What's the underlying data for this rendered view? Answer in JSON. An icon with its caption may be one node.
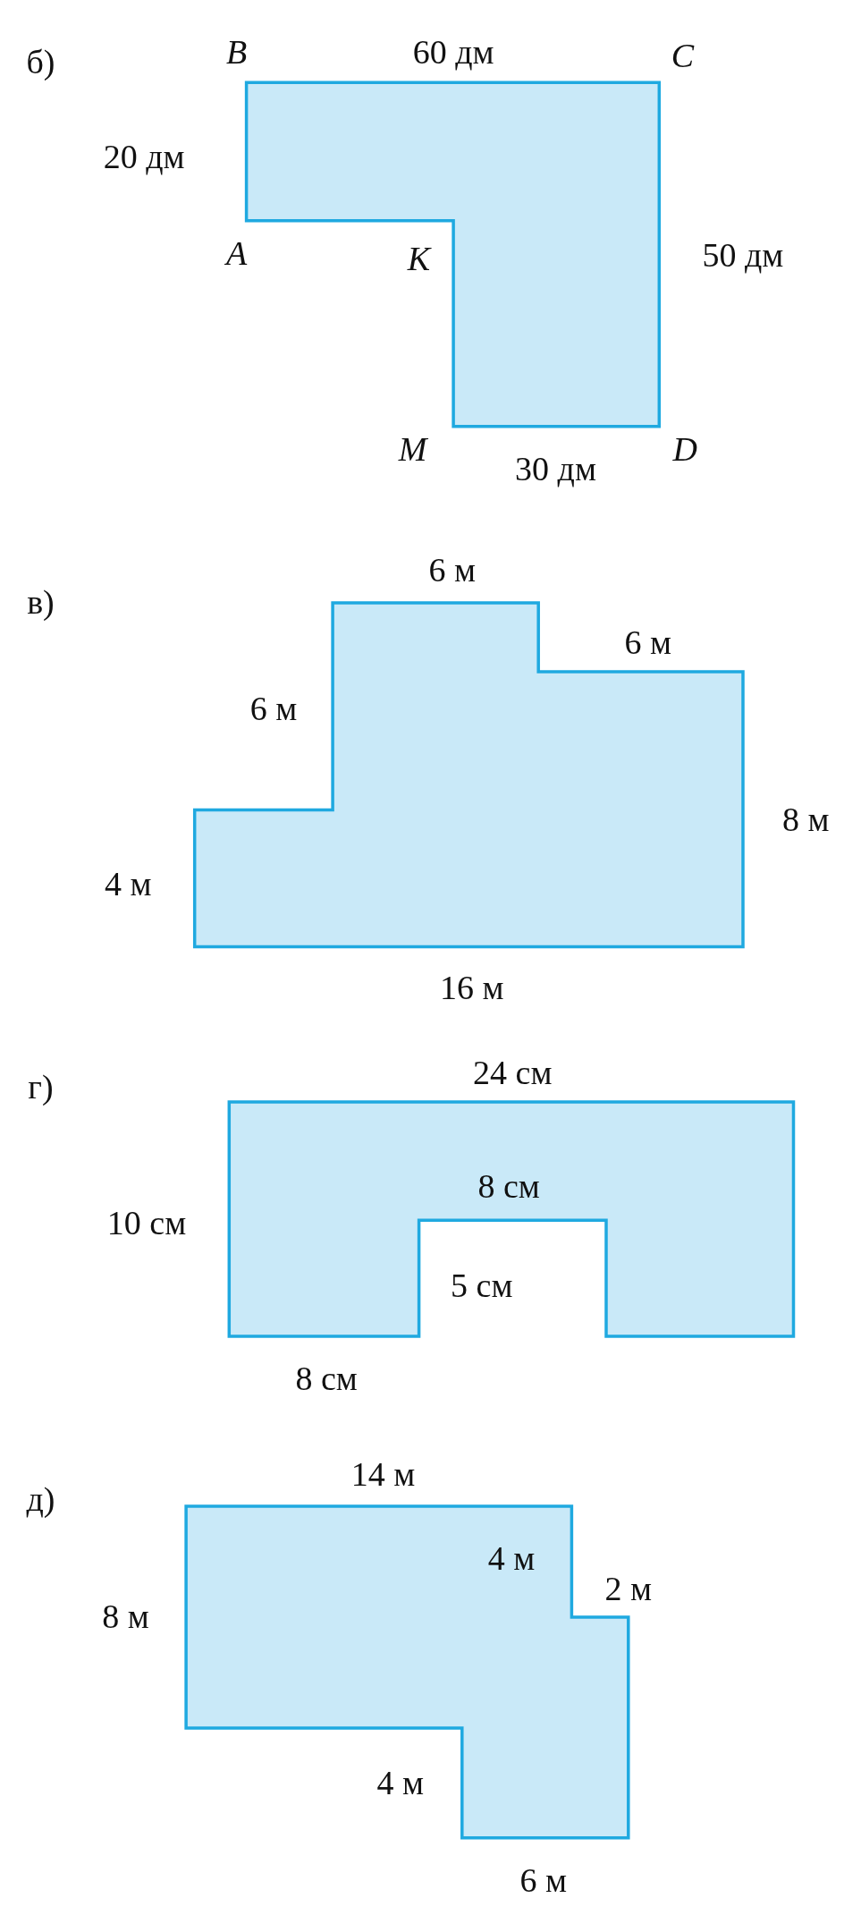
{
  "diagram": {
    "labels": [
      "б)",
      "B",
      "60 дм",
      "C",
      "20 дм",
      "A",
      "K",
      "50 дм",
      "M",
      "D",
      "30 дм",
      "в)",
      "6 м",
      "6 м",
      "6 м",
      "8 м",
      "4 м",
      "16 м",
      "г)",
      "24 см",
      "8 см",
      "10 см",
      "5 см",
      "8 см",
      "д)",
      "14 м",
      "4 м",
      "2 м",
      "8 м",
      "4 м",
      "6 м"
    ]
  }
}
